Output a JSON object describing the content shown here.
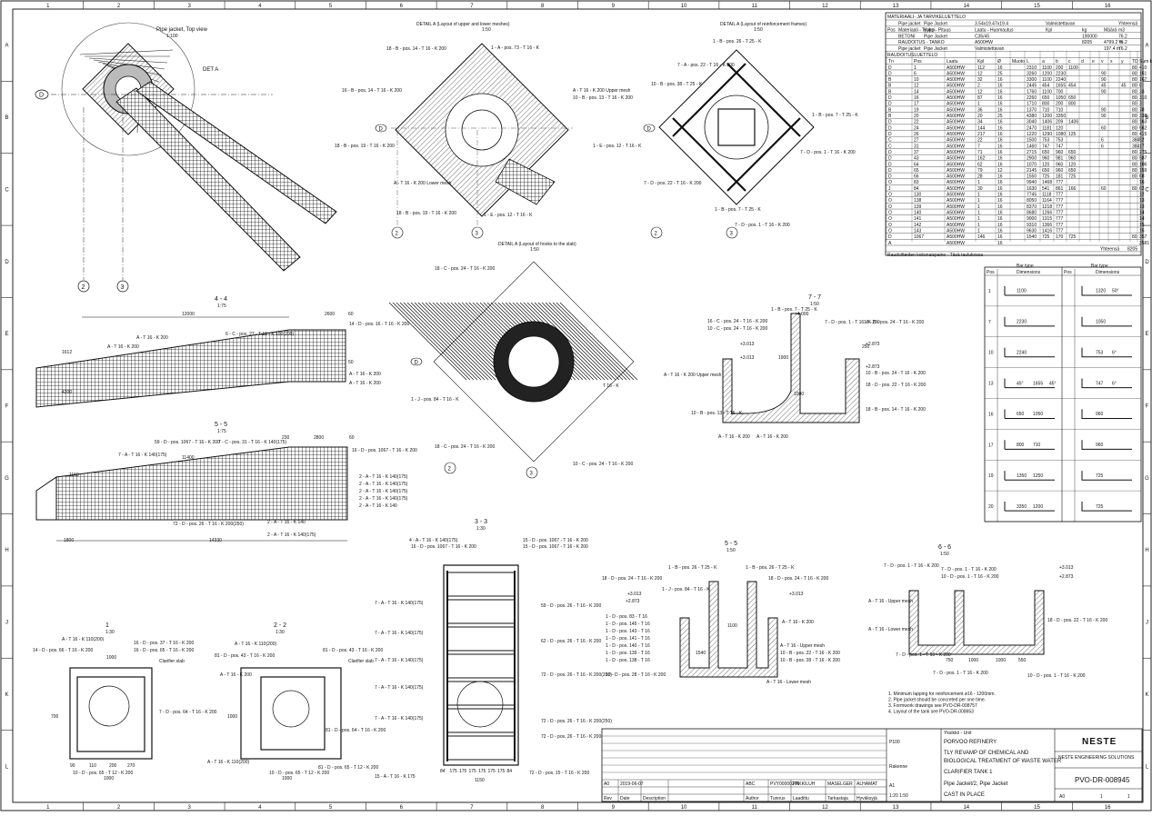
{
  "frame": {
    "columns": [
      "1",
      "2",
      "3",
      "4",
      "5",
      "6",
      "7",
      "8",
      "9",
      "10",
      "11",
      "12",
      "13",
      "14",
      "15",
      "16"
    ],
    "rows": [
      "A",
      "B",
      "C",
      "D",
      "E",
      "F",
      "G",
      "H",
      "J",
      "K",
      "L"
    ]
  },
  "views": {
    "top": {
      "title": "Pipe jacket, Top view",
      "scale": "1:100",
      "detail": "DET A",
      "axis_d": "D",
      "axis_2": "2",
      "axis_3": "3"
    },
    "detail_a1": {
      "title": "DETAIL A (Layout of upper and lower meshes)",
      "scale": "1:50",
      "labels": [
        "18 - B - pos. 14 - T 16 - K 200",
        "1 - A - pos. 73 - T 16 - K",
        "16 - B - pos. 14 - T 16 - K 200",
        "A - T 16 - K 200 Upper mesh",
        "10 - B - pos. 13 - T 16 - K 200",
        "18 - B - pos. 19 - T 16 - K 200",
        "1 - E - pos. 12 - T 16 - K",
        "A - T 16 - K 200 Lower mesh",
        "18 - B - pos. 19 - T 16 - K 200",
        "1 - E - pos. 12 - T 16 - K"
      ]
    },
    "detail_a2": {
      "title": "DETAIL A (Layout of reinforcement frames)",
      "scale": "1:50",
      "labels": [
        "1 - B - pos. 26 - T 25 - K",
        "7 - A - pos. 22 - T 16 - K 200",
        "10 - B - pos. 38 - T 25 - K",
        "1 - B - pos. 7 - T 25 - K",
        "7 - D - pos. 1 - T 16 - K 200",
        "7 - D - pos. 22 - T 16 - K 200",
        "1 - B - pos. 7 - T 25 - K",
        "7 - D - pos. 1 - T 16 - K 200"
      ]
    },
    "detail_a3": {
      "title": "DETAIL A (Layout of hooks to the slab)",
      "scale": "1:50",
      "labels": [
        "18 - C - pos. 24 - T 16 - K 200",
        "1 - J - pos. 84 - T 16 - K",
        "18 - C - pos. 24 - T 16 - K 200",
        "10 - C - pos. 24 - T 16 - K 200",
        "T 16 - K"
      ]
    },
    "sec44": {
      "title": "4 - 4",
      "scale": "1:75",
      "dims": [
        "12000",
        "2600",
        "60",
        "1612",
        "4200",
        "50"
      ],
      "labels": [
        "A - T 16 - K 200",
        "A - T 16 - K 200",
        "6 - C - pos. 27 - T 16 - K 150(200)",
        "14 - D - pos. 16 - T 16 - K 200",
        "A - T 16 - K 200",
        "A - T 16 - K 200"
      ]
    },
    "sec55": {
      "title": "5 - 5",
      "scale": "1:75",
      "dims": [
        "11400",
        "230",
        "2800",
        "60",
        "1150",
        "1800",
        "14330"
      ],
      "labels": [
        "59 - D - pos. 1067 - T 16 - K 200",
        "7 - C - pos. 31 - T 16 - K 140(175)",
        "16 - D - pos. 1067 - T 16 - K 200",
        "7 - A - T 16 - K 140(175)",
        "2 - A - T 16 - K 140(175)",
        "2 - A - T 16 - K 140(175)",
        "2 - A - T 16 - K 140(175)",
        "2 - A - T 16 - K 140(175)",
        "2 - A - T 16 - K 140",
        "72 - D - pos. 26 - T 16 - K 200(250)",
        "2 - A - T 16 - K 140",
        "2 - A - T 16 - K 140(175)"
      ]
    },
    "sec11": {
      "title": "1",
      "scale": "1:30",
      "dims": [
        "1000",
        "700",
        "1000",
        "90",
        "110",
        "200",
        "270"
      ],
      "labels": [
        "A - T 16 - K 110(200)",
        "14 - D - pos. 66 - T 16 - K 200",
        "16 - D - pos. 37 - T 16 - K 200",
        "16 - D - pos. 65 - T 16 - K 200",
        "Clarifier slab",
        "7 - D - pos. 64 - T 16 - K 200",
        "10 - D - pos. 65 - T 12 - K 200"
      ]
    },
    "sec22": {
      "title": "2 - 2",
      "scale": "1:30",
      "dims": [
        "1000",
        "1000"
      ],
      "labels": [
        "A - T 16 - K 110(200)",
        "81 - D - pos. 43 - T 16 - K 200",
        "81 - D - pos. 43 - T 16 - K 200",
        "Clarifier slab",
        "A - T 16 - K 200",
        "81 - D - pos. 64 - T 16 - K 200",
        "A - T 16 - K 110(200)",
        "81 - D - pos. 65 - T 12 - K 200",
        "10 - D - pos. 65 - T 12 - K 200"
      ]
    },
    "sec33": {
      "title": "3 - 3",
      "scale": "1:30",
      "dims": [
        "1150",
        "84",
        "175",
        "175",
        "175",
        "175",
        "175",
        "175",
        "84"
      ],
      "labels": [
        "4 - A - T 16 - K 140(175)",
        "16 - D - pos. 1067 - T 16 - K 200",
        "15 - D - pos. 1067 - T 16 - K 200",
        "15 - D - pos. 1067 - T 16 - K 200",
        "7 - A - T 16 - K 140(175)",
        "59 - D - pos. 26 - T 16 - K 200",
        "7 - A - T 16 - K 140(175)",
        "62 - D - pos. 26 - T 16 - K 200",
        "7 - A - T 16 - K 140(175)",
        "72 - D - pos. 26 - T 16 - K 200(200)",
        "7 - A - T 16 - K 140(175)",
        "72 - D - pos. 26 - T 16 - K 200(250)",
        "7 - A - T 16 - K 140(175)",
        "72 - D - pos. 26 - T 16 - K 200(250)",
        "72 - D - pos. 15 - T 16 - K 200",
        "15 - A - T 16 - K 175"
      ]
    },
    "sec77": {
      "title": "7 - 7",
      "scale": "1:50",
      "levels": [
        "+4.000",
        "+3.013",
        "+2.873",
        "+3.013",
        "+2.873"
      ],
      "dims": [
        "1900",
        "250",
        "1000"
      ],
      "labels": [
        "1 - B - pos. 7 - T 25 - K",
        "16 - C - pos. 24 - T 16 - K 200",
        "10 - C - pos. 24 - T 16 - K 200",
        "7 - D - pos. 1 - T 16 - K 200",
        "18 - D - pos. 24 - T 16 - K 200",
        "10 - B - pos. 24 - T 16 - K 200",
        "A - T 16 - K 200 Upper mesh",
        "18 - D - pos. 22 - T 16 - K 200",
        "10 - B - pos. 13 - T 16 - K",
        "A - T 16 - K 200",
        "A - T 16 - K 200",
        "18 - B - pos. 14 - T 16 - K 200"
      ]
    },
    "sec55b": {
      "title": "5 - 5",
      "scale": "1:50",
      "levels": [
        "+3.013",
        "+2.873",
        "+3.013"
      ],
      "dims": [
        "1100",
        "1540"
      ],
      "labels": [
        "1 - B - pos. 26 - T 25 - K",
        "1 - B - pos. 26 - T 25 - K",
        "18 - D - pos. 24 - T 16 - K 200",
        "18 - D - pos. 24 - T 16 - K 200",
        "1 - J - pos. 84 - T 16 - K",
        "1 - D - pos. 83 - T 16",
        "1 - D - pos. 145 - T 16",
        "1 - D - pos. 143 - T 16",
        "1 - D - pos. 141 - T 16",
        "1 - D - pos. 140 - T 16",
        "1 - D - pos. 139 - T 16",
        "1 - D - pos. 138 - T 16",
        "10 - D - pos. 28 - T 16 - K 200",
        "A - T 16 - K 200",
        "A - T 16 - Upper mesh",
        "10 - B - pos. 22 - T 16 - K 200",
        "10 - B - pos. 28 - T 16 - K 200",
        "A - T 16 - Lower mesh"
      ]
    },
    "sec66": {
      "title": "6 - 6",
      "scale": "1:50",
      "levels": [
        "+3.013",
        "+2.873"
      ],
      "dims": [
        "750",
        "1000",
        "1000",
        "550"
      ],
      "labels": [
        "7 - D - pos. 1 - T 16 - K 200",
        "7 - D - pos. 1 - T 16 - K 200",
        "10 - D - pos. 1 - T 16 - K 200",
        "A - T 16 - Upper mesh",
        "A - T 16 - Lower mesh",
        "18 - D - pos. 22 - T 16 - K 200",
        "7 - D - pos. 1 - T 16 - K 200",
        "10 - D - pos. 1 - T 16 - K 200",
        "7 - D - pos. 1 - T 16 - K 200"
      ]
    }
  },
  "bom": {
    "title": "MATERIAALI- JA TARVIKELUETTELO",
    "hdr1": [
      "",
      "Pipe jacket",
      "Pipe Jacket",
      "3.54x19.47x19.4",
      "Valmistettavan",
      "",
      "",
      "Yhteensä"
    ],
    "hdr2": [
      "Pos",
      "Materiaali - Tyyppi",
      "Koko - Pituus",
      "Laatu - Huomautus",
      "Kpl",
      "kg",
      "Määrä",
      "m3"
    ],
    "mat": [
      [
        "",
        "BETONI",
        "Pipe Jacket",
        "C35/45",
        "",
        "190000",
        "",
        "76.2"
      ],
      [
        "",
        "RAUDOITUS - TANKO",
        "",
        "A500HW",
        "",
        "8205",
        "4799.2 m",
        "76.2"
      ],
      [
        "",
        "Pipe jacket",
        "Pipe Jacket",
        "Valmistettavan",
        "",
        "",
        "197.4 m",
        "76.2"
      ]
    ],
    "bar_title": "RAUDOITUSLUETTELO",
    "bar_hdr": [
      "Tn",
      "Pos",
      "Laatu",
      "Kpl",
      "Ø",
      "Muoto",
      "L",
      "a",
      "b",
      "c",
      "d",
      "e",
      "v",
      "x",
      "y",
      "TD",
      "Sum kg"
    ],
    "bars": [
      [
        "D",
        "1",
        "A500HW",
        "112",
        "16",
        "",
        "2310",
        "1100",
        "200",
        "1100",
        "",
        "",
        "",
        "",
        "",
        "80",
        "410"
      ],
      [
        "D",
        "6",
        "A500HW",
        "12",
        "25",
        "",
        "3260",
        "1200",
        "2230",
        "",
        "",
        "",
        "90",
        "",
        "",
        "80",
        "151"
      ],
      [
        "B",
        "10",
        "A500HW",
        "32",
        "16",
        "",
        "3300",
        "1100",
        "2240",
        "",
        "",
        "",
        "90",
        "",
        "",
        "80",
        "167"
      ],
      [
        "B",
        "12",
        "A500HW",
        "2",
        "16",
        "",
        "2445",
        "454",
        "1655",
        "454",
        "",
        "",
        "45",
        "",
        "45",
        "80",
        "8"
      ],
      [
        "B",
        "14",
        "A500HW",
        "12",
        "16",
        "",
        "1760",
        "1100",
        "700",
        "",
        "",
        "",
        "90",
        "",
        "",
        "80",
        "33"
      ],
      [
        "D",
        "16",
        "A500HW",
        "87",
        "16",
        "",
        "2260",
        "650",
        "1050",
        "650",
        "",
        "",
        "",
        "",
        "",
        "80",
        "310"
      ],
      [
        "D",
        "17",
        "A500HW",
        "1",
        "16",
        "",
        "1710",
        "800",
        "200",
        "800",
        "",
        "",
        "",
        "",
        "",
        "80",
        "3"
      ],
      [
        "B",
        "19",
        "A500HW",
        "36",
        "16",
        "",
        "1370",
        "710",
        "710",
        "",
        "",
        "",
        "90",
        "",
        "",
        "80",
        "78"
      ],
      [
        "B",
        "20",
        "A500HW",
        "20",
        "25",
        "",
        "4380",
        "1200",
        "3350",
        "",
        "",
        "",
        "90",
        "",
        "",
        "80",
        "338"
      ],
      [
        "D",
        "22",
        "A500HW",
        "34",
        "16",
        "",
        "3040",
        "1406",
        "209",
        "1406",
        "",
        "",
        "",
        "",
        "",
        "80",
        "163"
      ],
      [
        "D",
        "24",
        "A500HW",
        "144",
        "16",
        "",
        "2470",
        "1181",
        "120",
        "",
        "",
        "",
        "60",
        "",
        "",
        "80",
        "562"
      ],
      [
        "D",
        "26",
        "A500HW",
        "217",
        "16",
        "",
        "1220",
        "1290",
        "1080",
        "125",
        "",
        "",
        "",
        "",
        "",
        "80",
        "415"
      ],
      [
        "C",
        "27",
        "A500HW",
        "22",
        "16",
        "",
        "1500",
        "753",
        "753",
        "",
        "",
        "",
        "6",
        "",
        "",
        "384",
        "52"
      ],
      [
        "C",
        "31",
        "A500HW",
        "7",
        "16",
        "",
        "1460",
        "747",
        "747",
        "",
        "",
        "",
        "6",
        "",
        "",
        "384",
        "17"
      ],
      [
        "D",
        "37",
        "A500HW",
        "71",
        "16",
        "",
        "2715",
        "650",
        "960",
        "650",
        "",
        "",
        "",
        "",
        "",
        "80",
        "275"
      ],
      [
        "D",
        "43",
        "A500HW",
        "162",
        "16",
        "",
        "2900",
        "960",
        "981",
        "960",
        "",
        "",
        "",
        "",
        "",
        "80",
        "587"
      ],
      [
        "D",
        "64",
        "A500HW",
        "62",
        "16",
        "",
        "1070",
        "120",
        "960",
        "120",
        "",
        "",
        "",
        "",
        "",
        "80",
        "106"
      ],
      [
        "D",
        "65",
        "A500HW",
        "79",
        "12",
        "",
        "2145",
        "650",
        "960",
        "650",
        "",
        "",
        "",
        "",
        "",
        "80",
        "159"
      ],
      [
        "D",
        "66",
        "A500HW",
        "28",
        "16",
        "",
        "1550",
        "725",
        "181",
        "725",
        "",
        "",
        "",
        "",
        "",
        "80",
        "68"
      ],
      [
        "O",
        "83",
        "A500HW",
        "1",
        "16",
        "",
        "9940",
        "1468",
        "777",
        "",
        "",
        "",
        "",
        "",
        "",
        "",
        "16"
      ],
      [
        "J",
        "84",
        "A500HW",
        "30",
        "16",
        "",
        "1630",
        "541",
        "861",
        "166",
        "",
        "",
        "60",
        "",
        "",
        "80",
        "62"
      ],
      [
        "O",
        "130",
        "A500HW",
        "1",
        "16",
        "",
        "7745",
        "1118",
        "777",
        "",
        "",
        "",
        "",
        "",
        "",
        "",
        "12"
      ],
      [
        "O",
        "138",
        "A500HW",
        "1",
        "16",
        "",
        "8050",
        "1164",
        "777",
        "",
        "",
        "",
        "",
        "",
        "",
        "",
        "13"
      ],
      [
        "O",
        "139",
        "A500HW",
        "1",
        "16",
        "",
        "8370",
        "1218",
        "777",
        "",
        "",
        "",
        "",
        "",
        "",
        "",
        "13"
      ],
      [
        "O",
        "140",
        "A500HW",
        "1",
        "16",
        "",
        "8680",
        "1266",
        "777",
        "",
        "",
        "",
        "",
        "",
        "",
        "",
        "14"
      ],
      [
        "O",
        "141",
        "A500HW",
        "1",
        "16",
        "",
        "9000",
        "1315",
        "777",
        "",
        "",
        "",
        "",
        "",
        "",
        "",
        "14"
      ],
      [
        "O",
        "142",
        "A500HW",
        "1",
        "16",
        "",
        "9310",
        "1366",
        "777",
        "",
        "",
        "",
        "",
        "",
        "",
        "",
        "15"
      ],
      [
        "O",
        "143",
        "A500HW",
        "1",
        "16",
        "",
        "9630",
        "1416",
        "777",
        "",
        "",
        "",
        "",
        "",
        "",
        "",
        "15"
      ],
      [
        "D",
        "1067",
        "A500HW",
        "146",
        "16",
        "",
        "1540",
        "725",
        "170",
        "725",
        "",
        "",
        "",
        "",
        "",
        "80",
        "357"
      ],
      [
        "A",
        "",
        "A500HW",
        "",
        "16",
        "",
        "",
        "",
        "",
        "",
        "",
        "",
        "",
        "",
        "",
        "",
        "3581"
      ]
    ],
    "total_label": "Yhteensä",
    "total_kg": "8205",
    "footer": "Raudoitteiden kokonaispaino - Täsä taulukossa"
  },
  "bartypes": {
    "title": "Bar type",
    "title2": "Bar type",
    "pos": "Pos",
    "dim": "Dimensions",
    "pos2": "Pos",
    "dim2": "Dimensions",
    "left": [
      {
        "n": "1",
        "d": [
          "1100"
        ]
      },
      {
        "n": "7",
        "d": [
          "2230"
        ]
      },
      {
        "n": "10",
        "d": [
          "2240"
        ]
      },
      {
        "n": "13",
        "d": [
          "45°",
          "1655",
          "45°"
        ]
      },
      {
        "n": "16",
        "d": [
          "650",
          "1050"
        ]
      },
      {
        "n": "17",
        "d": [
          "800",
          "710"
        ]
      },
      {
        "n": "19",
        "d": [
          "1350",
          "1250"
        ]
      },
      {
        "n": "20",
        "d": [
          "3350",
          "1200"
        ]
      }
    ],
    "right": [
      {
        "n": "",
        "d": [
          "1320",
          "50°"
        ]
      },
      {
        "n": "",
        "d": [
          "1050"
        ]
      },
      {
        "n": "",
        "d": [
          "753",
          "6°"
        ]
      },
      {
        "n": "",
        "d": [
          "747",
          "6°"
        ]
      },
      {
        "n": "",
        "d": [
          "960"
        ]
      },
      {
        "n": "",
        "d": [
          "960"
        ]
      },
      {
        "n": "",
        "d": [
          "725"
        ]
      },
      {
        "n": "",
        "d": [
          "725"
        ]
      }
    ]
  },
  "notes": [
    "1. Minimum lapping for reinforcement ø16 - 1200mm.",
    "2. Pipe jacket should be concreted per one time.",
    "3. Formwork drawings see PVO-DR-008757",
    "4. Layout of the tank see PVO-DR-008653"
  ],
  "titleblock": {
    "company": "NESTE",
    "engineering": "NESTE ENGINEERING SOLUTIONS",
    "project_lbl": "Yksikkö - Unit",
    "project": "PORVOO REFINERY",
    "title1": "TLY REVAMP OF CHEMICAL AND",
    "title2": "BIOLOGICAL TREATMENT OF WASTE WATER",
    "title3": "CLARIFIER TANK 1",
    "title4": "Pipe Jacket/2, Pipe Jacket",
    "title5": "CAST IN PLACE",
    "drawing_no": "PVO-DR-008945",
    "area": "P100",
    "discipline": "Rakenne",
    "size_lbl": "A1",
    "scale": "1:20  1:50",
    "rev_row": [
      "A0",
      "2019-06-07",
      "",
      "ABC",
      "PVY00000271",
      "PAKKILUH",
      "MASELGER",
      "ALHAMAT"
    ],
    "rev_hdr": [
      "Rev",
      "Date",
      "Description",
      "Author",
      "Tunnus",
      "Laadittu",
      "Tarkastaja",
      "Hyväksyjä"
    ],
    "sheet": "1",
    "sheets": "1",
    "rev": "A0"
  }
}
